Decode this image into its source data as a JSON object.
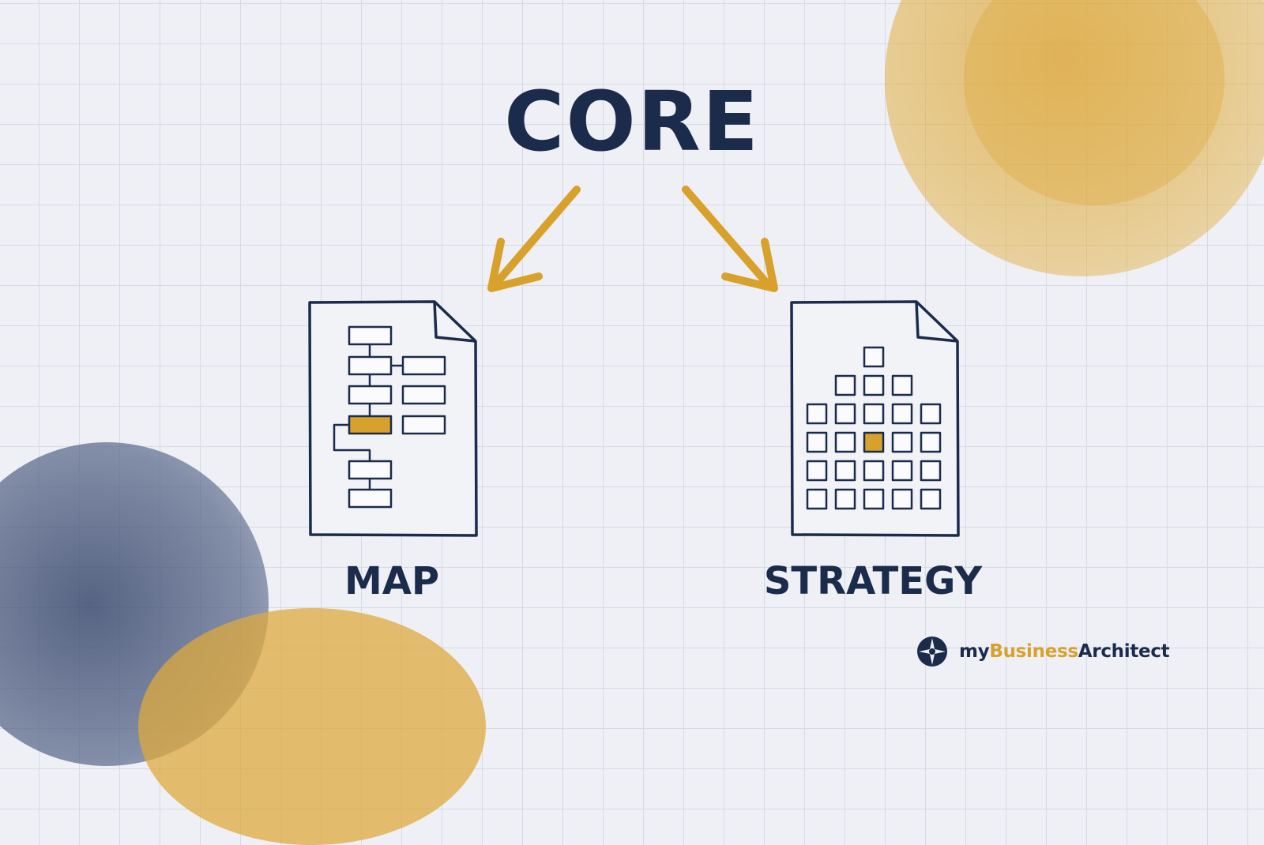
{
  "title": "CORE",
  "left_label": "MAP",
  "right_label": "STRATEGY",
  "brand": {
    "prefix": "my",
    "middle": "Business",
    "suffix": "Architect"
  },
  "colors": {
    "navy": "#1b2b4c",
    "gold": "#d7a12b",
    "grid_bg": "#eef0f5"
  },
  "icons": {
    "left_document": "process-map-document-icon",
    "right_document": "strategy-grid-document-icon",
    "logo": "compass-star-logo-icon"
  }
}
